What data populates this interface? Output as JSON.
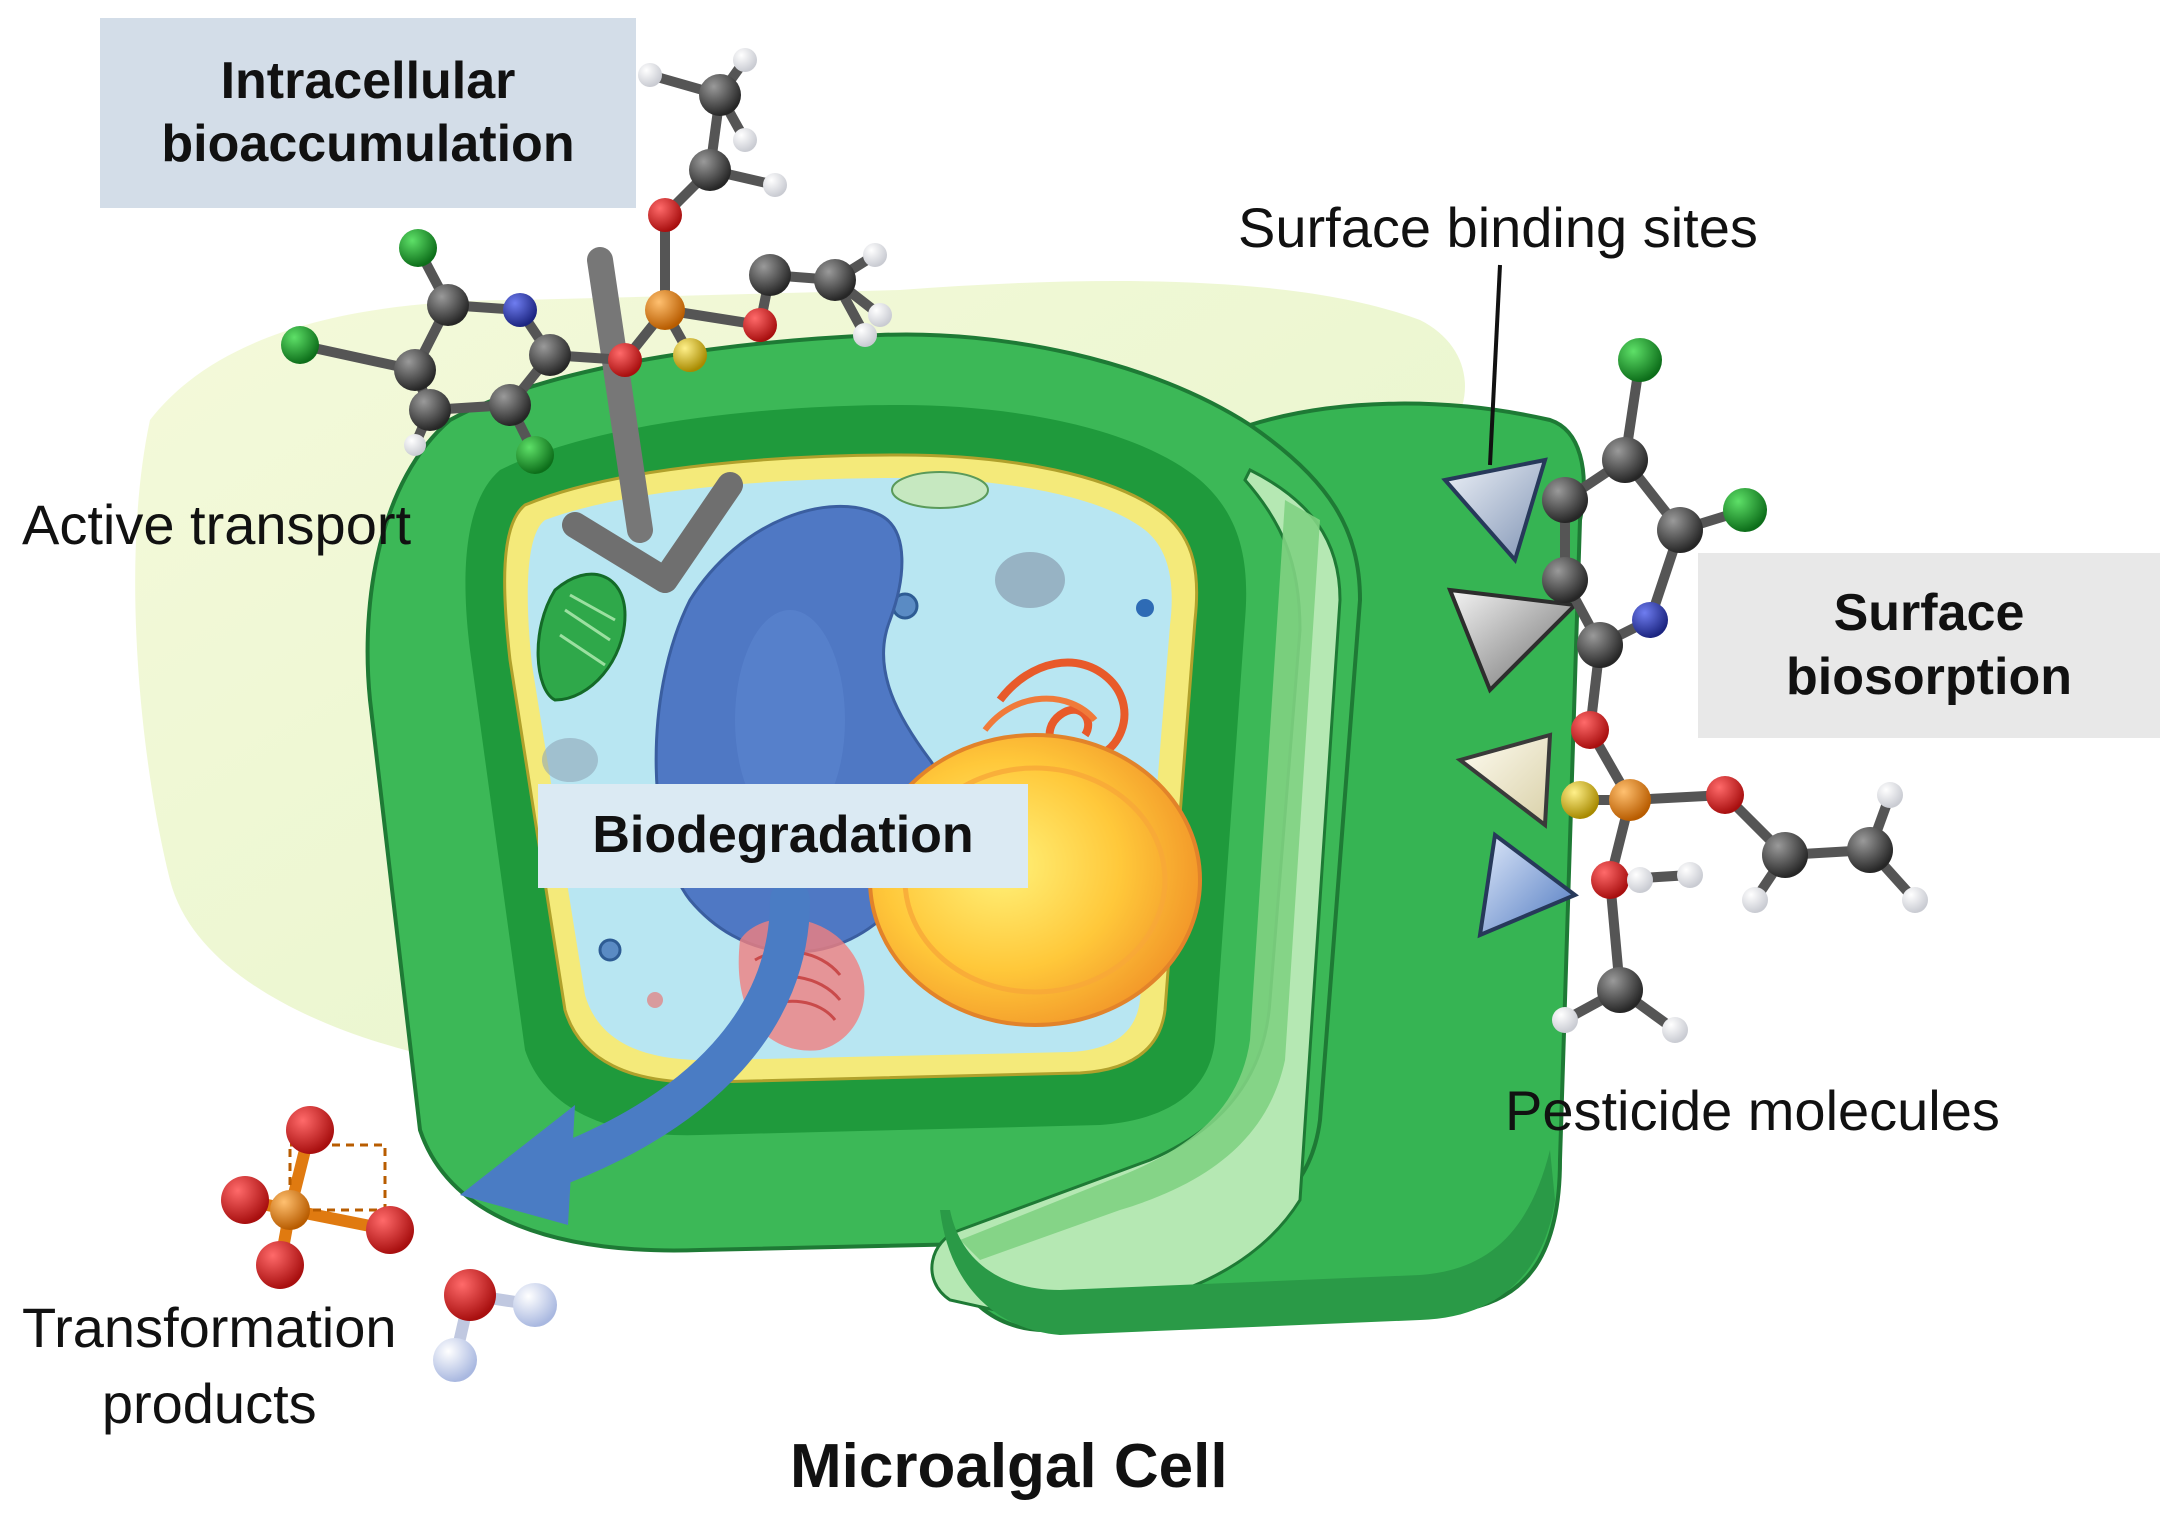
{
  "figure": {
    "title": "Microalgal Cell"
  },
  "labels": {
    "intracellular_line1": "Intracellular",
    "intracellular_line2": "bioaccumulation",
    "active_transport": "Active transport",
    "surface_binding_sites": "Surface binding sites",
    "surface_biosorption_line1": "Surface",
    "surface_biosorption_line2": "biosorption",
    "biodegradation": "Biodegradation",
    "pesticide_molecules": "Pesticide molecules",
    "transformation_line1": "Transformation",
    "transformation_line2": "products"
  },
  "atom_colors": {
    "carbon": "#3a3a3a",
    "hydrogen": "#f2f2f2",
    "oxygen": "#d41a1a",
    "nitrogen": "#2b3aa8",
    "chlorine": "#1f9a2a",
    "phosphorus": "#e8840c",
    "sulfur": "#e0bf1c"
  },
  "colors": {
    "cell_wall_dark": "#2ea84a",
    "cell_wall_light": "#8fd88e",
    "cytoplasm": "#b8e6f2",
    "nucleus": "#4f78c4",
    "arrow_gray": "#7a7a7a",
    "arrow_blue": "#4a7cc4",
    "label_box_blue": "#d3dde8",
    "label_box_gray": "#e8e8e8"
  }
}
